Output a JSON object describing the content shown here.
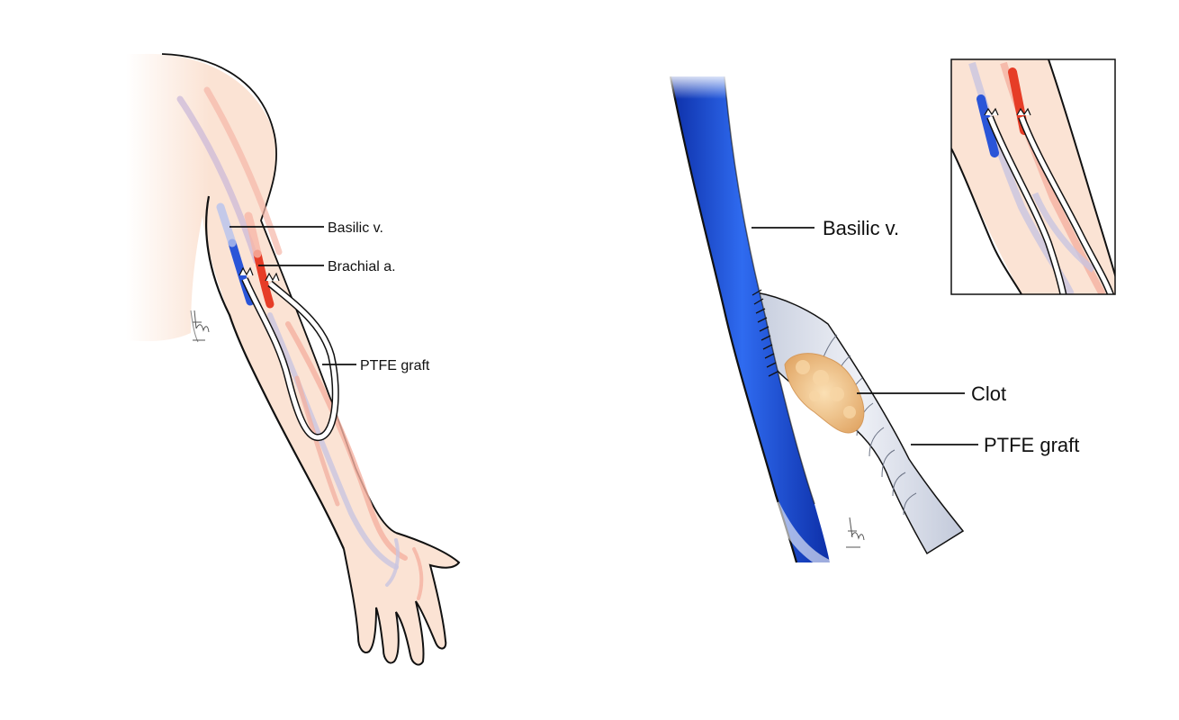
{
  "panel_left": {
    "labels": {
      "basilic": "Basilic v.",
      "brachial": "Brachial a.",
      "graft": "PTFE graft"
    }
  },
  "panel_right": {
    "labels": {
      "basilic": "Basilic v.",
      "clot": "Clot",
      "graft": "PTFE graft"
    }
  },
  "colors": {
    "skin": "#fbe3d4",
    "skin_outline": "#111111",
    "vein": "#1f4fd6",
    "artery": "#e8412c",
    "graft": "#ffffff",
    "graft_tube": "#dfe3ee",
    "clot": "#efc593"
  }
}
